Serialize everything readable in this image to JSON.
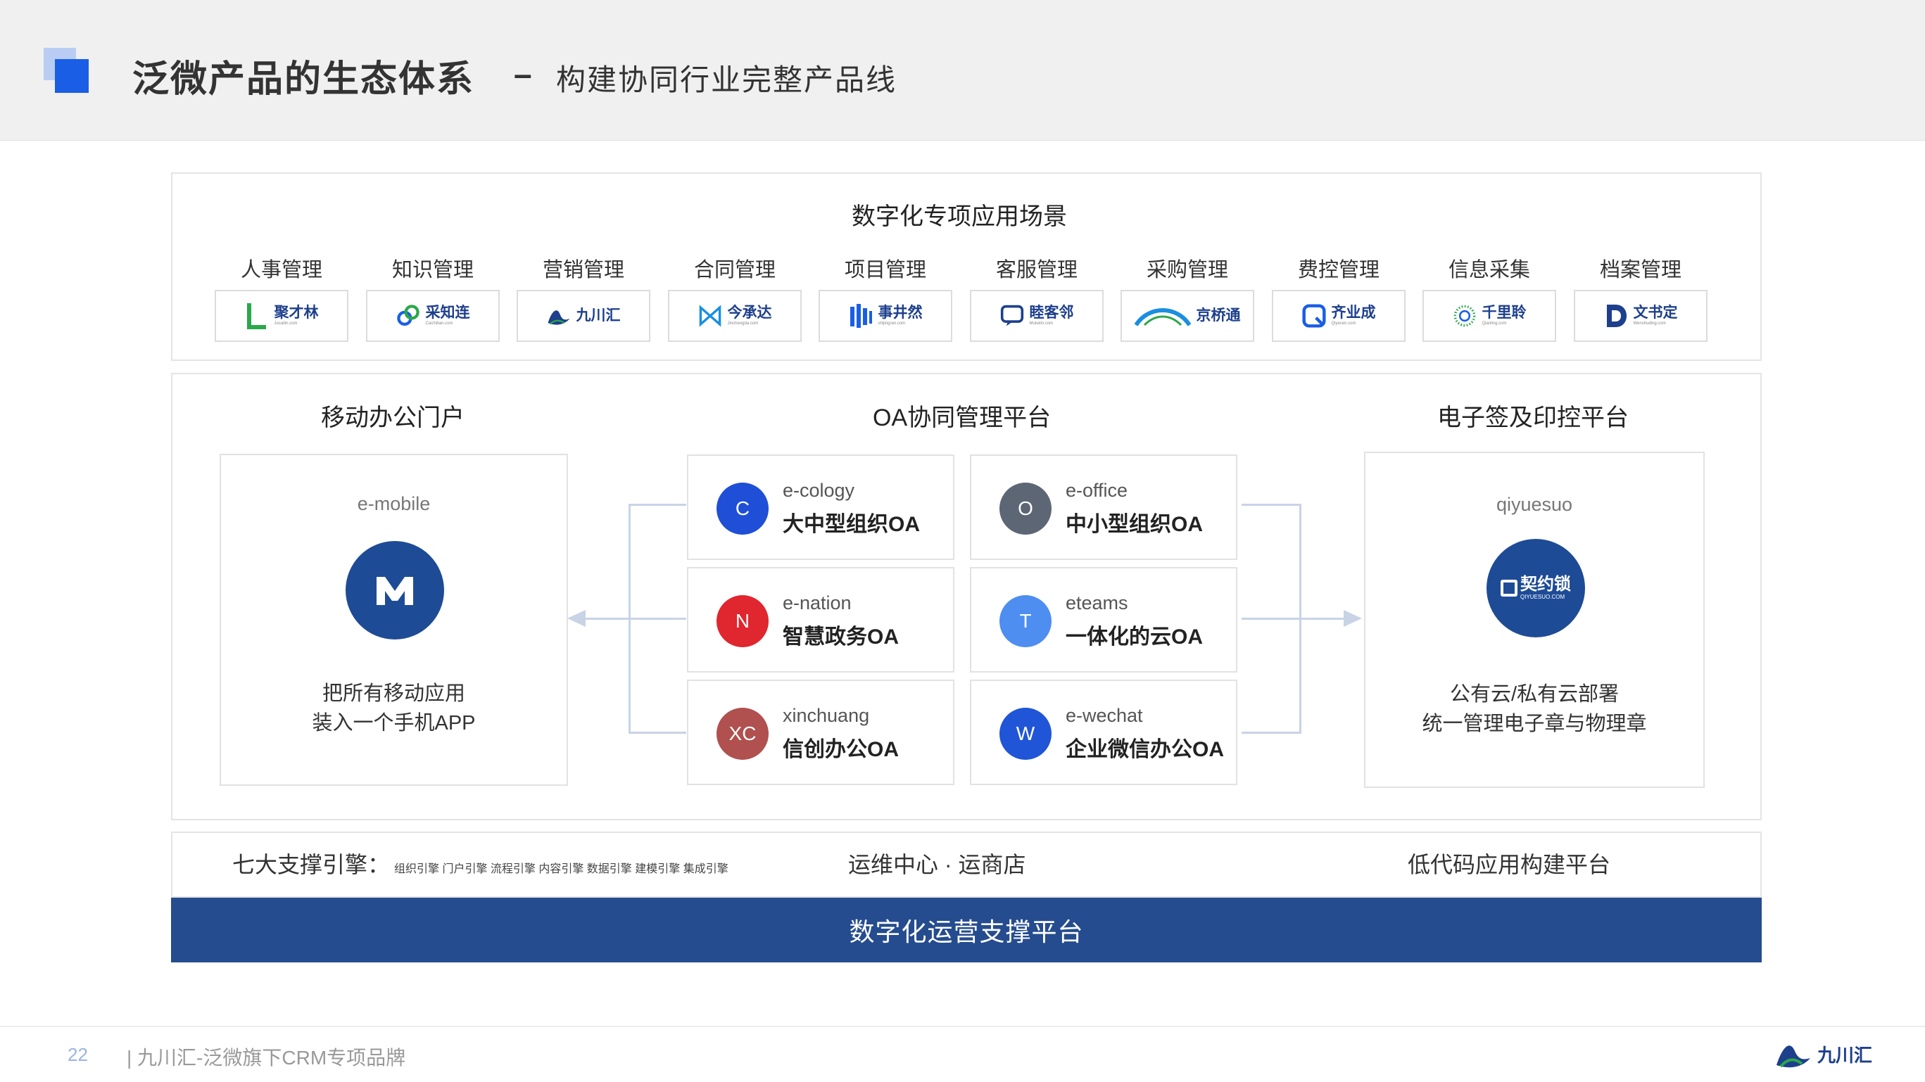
{
  "header": {
    "title": "泛微产品的生态体系",
    "dash": "–",
    "subtitle": "构建协同行业完整产品线"
  },
  "scenarios": {
    "title": "数字化专项应用场景",
    "items": [
      {
        "label": "人事管理",
        "brand": "聚才林",
        "url": "Jucailin.com",
        "icon": "l-bracket-icon",
        "color": "#2aa84a"
      },
      {
        "label": "知识管理",
        "brand": "采知连",
        "url": "Caizhilian.com",
        "icon": "chain-link-icon",
        "color": "#1a5ee6"
      },
      {
        "label": "营销管理",
        "brand": "九川汇",
        "url": "",
        "icon": "river-wave-icon",
        "color": "#1d3f8c"
      },
      {
        "label": "合同管理",
        "brand": "今承达",
        "url": "Jinchengda.com",
        "icon": "ribbon-icon",
        "color": "#1a8fe0"
      },
      {
        "label": "项目管理",
        "brand": "事井然",
        "url": "shijingran.com",
        "icon": "grid-bars-icon",
        "color": "#1a5ee6"
      },
      {
        "label": "客服管理",
        "brand": "睦客邻",
        "url": "Mukelin.com",
        "icon": "chat-bubble-icon",
        "color": "#1d3f8c"
      },
      {
        "label": "采购管理",
        "brand": "京桥通",
        "url": "",
        "icon": "bridge-arc-icon",
        "color": "#1a8fe0"
      },
      {
        "label": "费控管理",
        "brand": "齐业成",
        "url": "Qiyecen.com",
        "icon": "square-q-icon",
        "color": "#1a5ee6"
      },
      {
        "label": "信息采集",
        "brand": "千里聆",
        "url": "Qianling.com",
        "icon": "dotted-ring-icon",
        "color": "#2aa84a"
      },
      {
        "label": "档案管理",
        "brand": "文书定",
        "url": "Wenshuding.com",
        "icon": "letter-d-icon",
        "color": "#1d3f8c"
      }
    ]
  },
  "mobile": {
    "title": "移动办公门户",
    "name": "e-mobile",
    "logo_letter": "M",
    "desc_line1": "把所有移动应用",
    "desc_line2": "装入一个手机APP"
  },
  "oa": {
    "title": "OA协同管理平台",
    "cards": [
      {
        "initials": "C",
        "en": "e-cology",
        "cn": "大中型组织OA",
        "color": "#1f4fd6"
      },
      {
        "initials": "O",
        "en": "e-office",
        "cn": "中小型组织OA",
        "color": "#5d6675"
      },
      {
        "initials": "N",
        "en": "e-nation",
        "cn": "智慧政务OA",
        "color": "#e0262e"
      },
      {
        "initials": "T",
        "en": "eteams",
        "cn": "一体化的云OA",
        "color": "#4e8ef0"
      },
      {
        "initials": "XC",
        "en": "xinchuang",
        "cn": "信创办公OA",
        "color": "#b0504f"
      },
      {
        "initials": "W",
        "en": "e-wechat",
        "cn": "企业微信办公OA",
        "color": "#1f55d6"
      }
    ]
  },
  "esign": {
    "title": "电子签及印控平台",
    "name": "qiyuesuo",
    "logo_text": "契约锁",
    "logo_sub": "QIYUESUO.COM",
    "desc_line1": "公有云/私有云部署",
    "desc_line2": "统一管理电子章与物理章"
  },
  "support": {
    "engines_title": "七大支撑引擎：",
    "engines_list": "组织引擎 门户引擎 流程引擎 内容引擎 数据引擎 建模引擎 集成引擎",
    "ops": "运维中心 · 运商店",
    "lowcode": "低代码应用构建平台"
  },
  "bottom_bar": "数字化运营支撑平台",
  "footer": {
    "page": "22",
    "text": "| 九川汇-泛微旗下CRM专项品牌",
    "logo_name": "九川汇"
  },
  "colors": {
    "accent": "#1a5ee6",
    "navy": "#254c8e",
    "connector": "#c8d3e6"
  }
}
